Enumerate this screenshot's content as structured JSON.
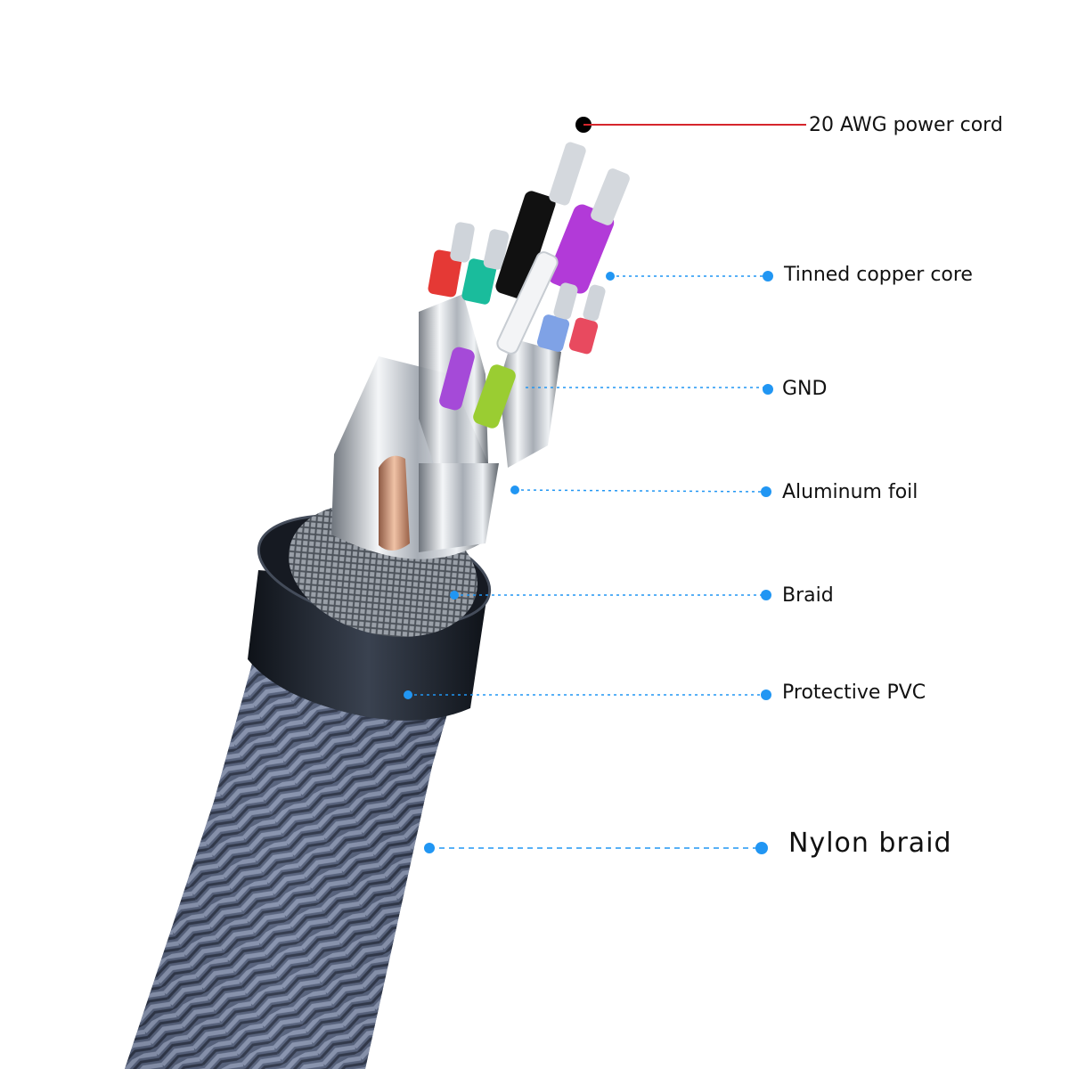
{
  "colors": {
    "power_leader": "#d6262c",
    "leader": "#2196f3",
    "label_text": "#111111",
    "nylon_braid": "#55607a",
    "pvc_jacket": "#1b2029",
    "aluminum_foil": "#c8ccd2",
    "copper": "#c88a6a"
  },
  "labels": {
    "power_cord": "20 AWG power cord",
    "tinned_copper_core": "Tinned copper core",
    "gnd": "GND",
    "aluminum_foil": "Aluminum foil",
    "braid": "Braid",
    "protective_pvc": "Protective PVC",
    "nylon_braid": "Nylon braid"
  },
  "wire_colors": [
    "#e53935",
    "#1abc9c",
    "#111111",
    "#b23ad8",
    "#7fa2e6",
    "#e84a5f",
    "#9acd32"
  ]
}
